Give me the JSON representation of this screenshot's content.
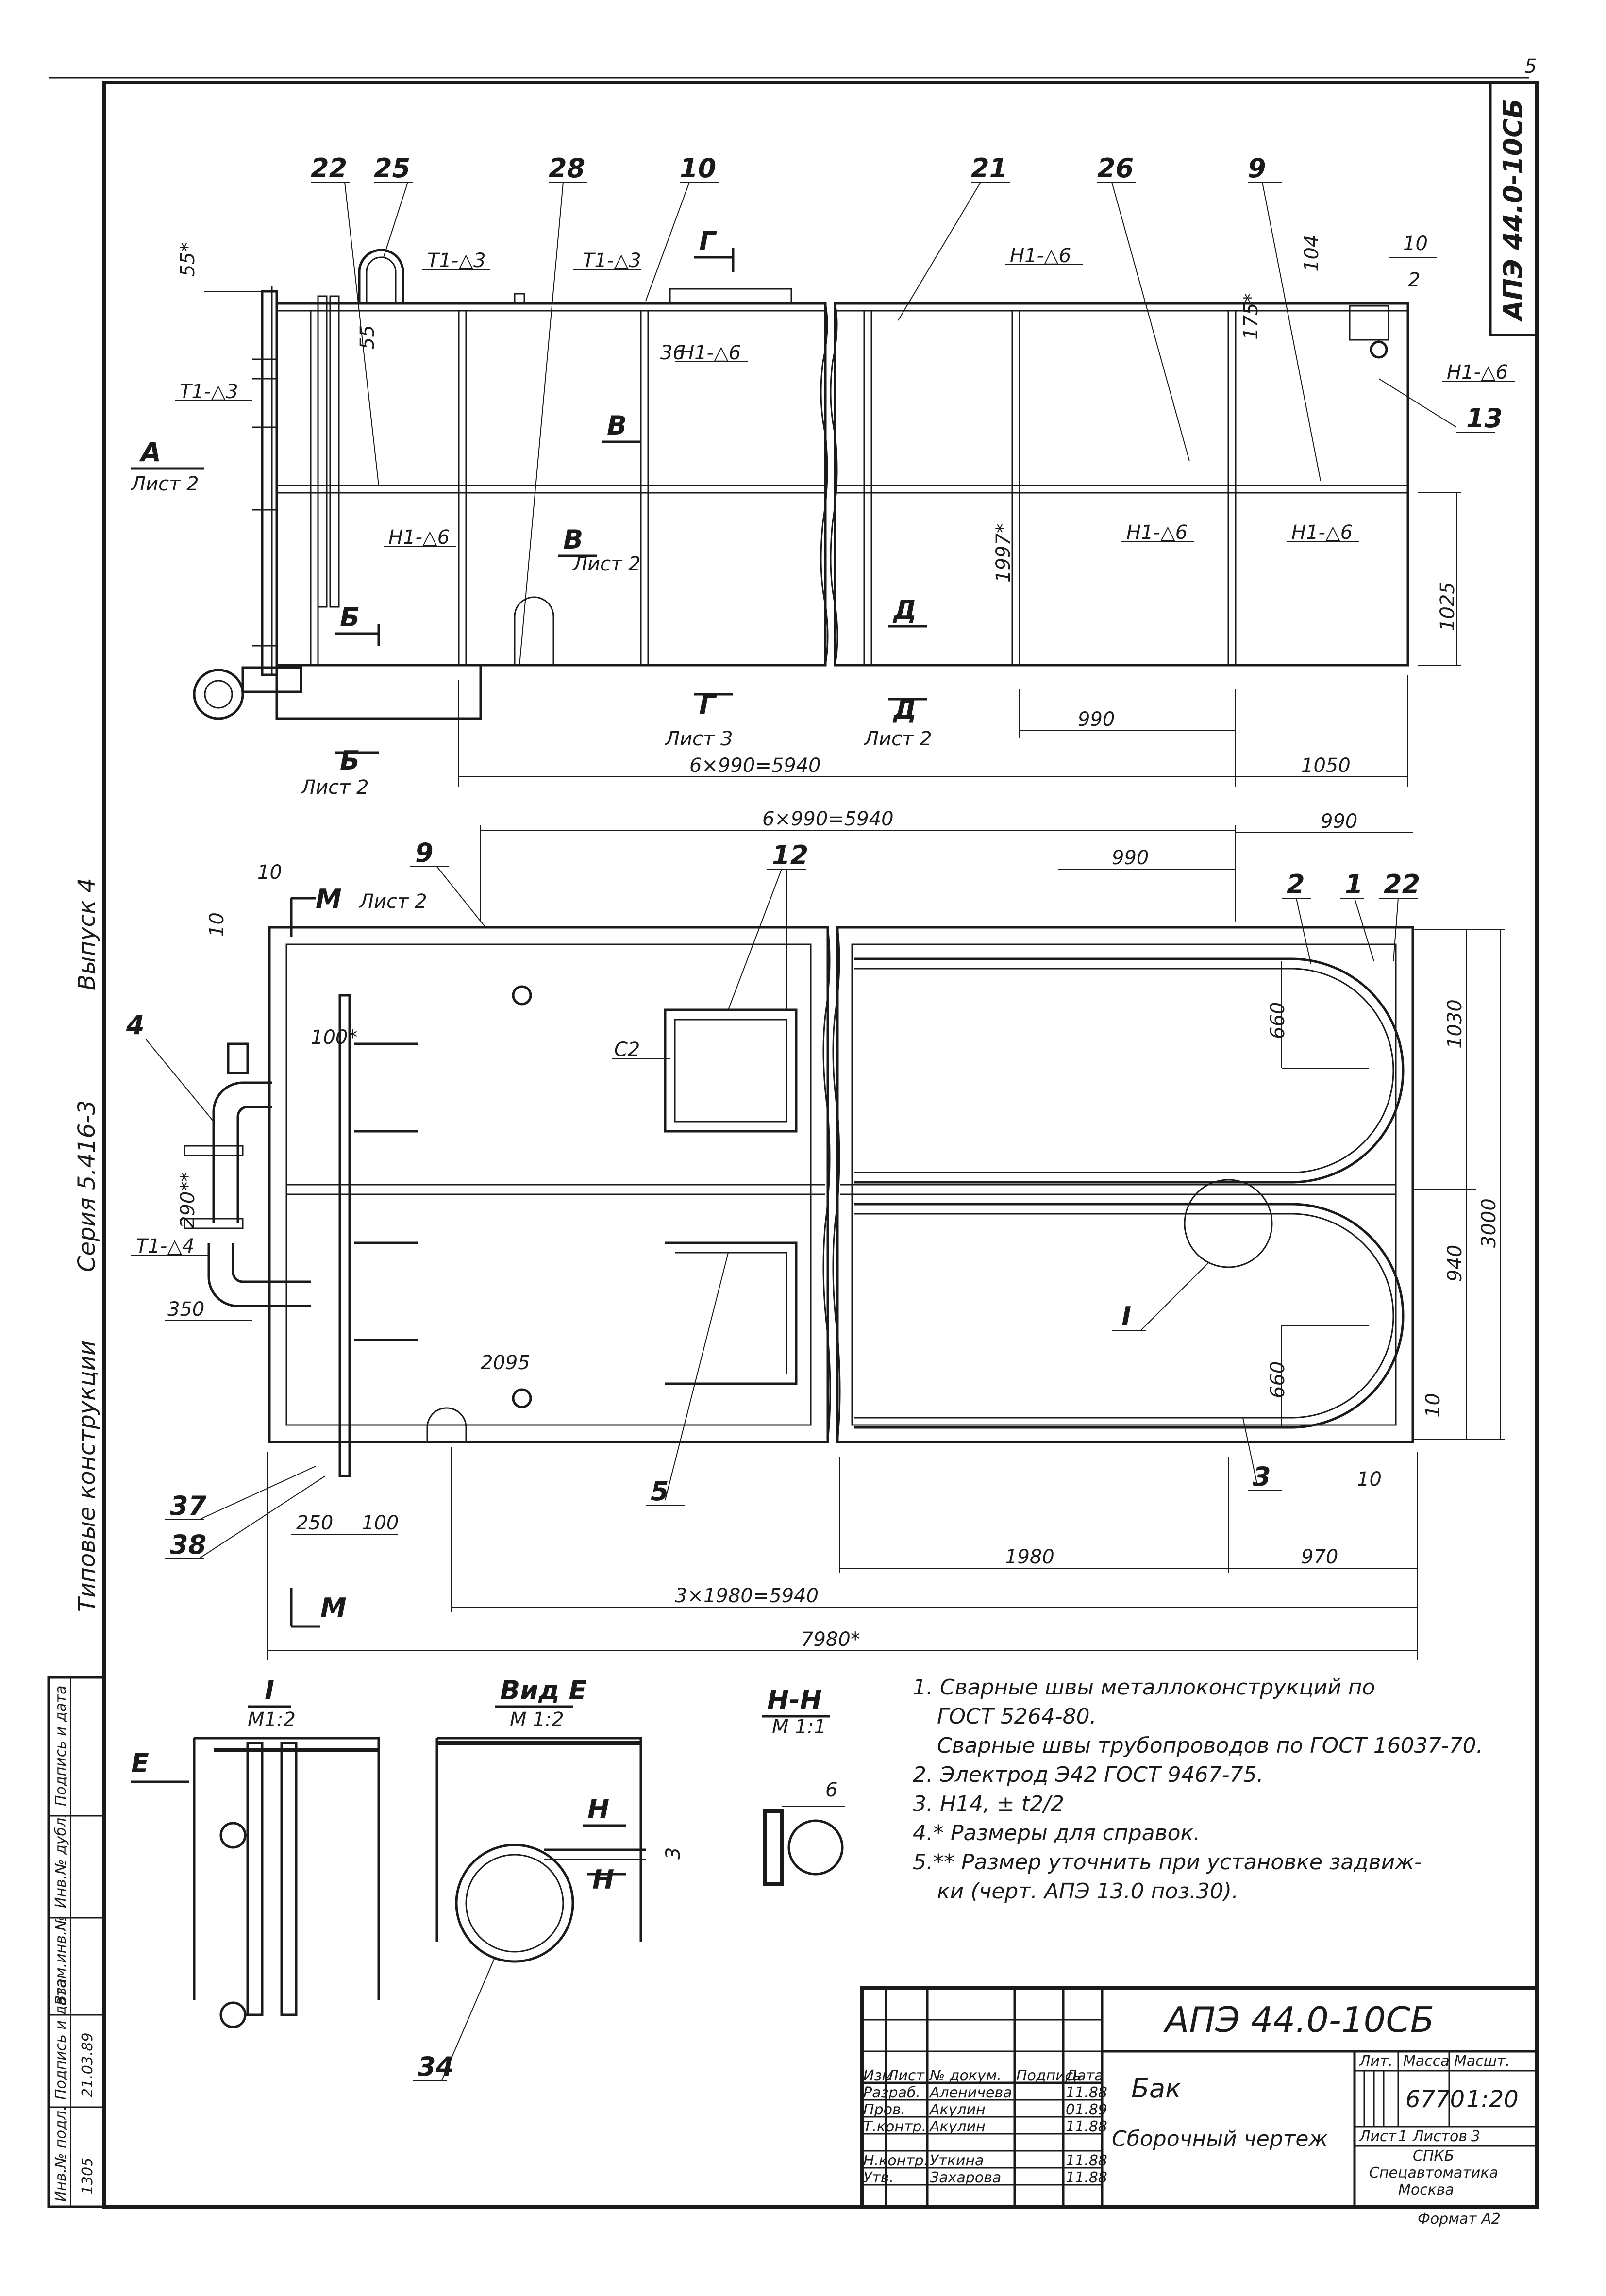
{
  "sheet": {
    "number": "5",
    "code_vertical": "АПЭ 44.0-10СБ"
  },
  "side_label": {
    "series_left": "Типовые конструкции",
    "series_mid": "Серия 5.416-3",
    "series_right": "Выпуск 4"
  },
  "left_stamp": {
    "cols": [
      "Инв.№ подл.",
      "Подпись и дата",
      "Взам.инв.№",
      "Инв.№ дубл.",
      "Подпись и дата"
    ],
    "values": [
      "1305",
      "21.03.89",
      "",
      "",
      ""
    ]
  },
  "top_view": {
    "positions": [
      "22",
      "25",
      "28",
      "10",
      "21",
      "26",
      "9",
      "13"
    ],
    "weld_marks": [
      "Т1-△3",
      "Т1-△3",
      "Т1-△3",
      "Н1-△6",
      "Н1-△6",
      "Н1-△6",
      "Н1-△6",
      "Н1-△6",
      "Н1-△6"
    ],
    "section_marks": [
      "Г",
      "В",
      "В",
      "Б",
      "Б",
      "Г",
      "Д",
      "Д"
    ],
    "sheet_refs": [
      "Лист 2",
      "Лист 2",
      "Лист 3",
      "Лист 2",
      "Лист 2"
    ],
    "view_a": "А",
    "dims": {
      "d55a": "55*",
      "d55b": "55",
      "d36": "36",
      "d104": "104",
      "d10": "10",
      "d175": "175*",
      "d1997": "1997*",
      "d1025": "1025",
      "d990": "990",
      "d6x990": "6×990=5940",
      "d1050": "1050",
      "d2": "2"
    }
  },
  "plan_view": {
    "positions": [
      "9",
      "12",
      "2",
      "1",
      "22",
      "4",
      "37",
      "38",
      "5",
      "3",
      "I"
    ],
    "section_m": "М",
    "sheet_ref": "Лист 2",
    "weld_c2": "С2",
    "weld_t1": "Т1-△4",
    "dims": {
      "d6x990": "6×990=5940",
      "d990a": "990",
      "d990b": "990",
      "d10a": "10",
      "d10b": "10",
      "d10c": "10",
      "d10d": "10",
      "d100s": "100*",
      "d290": "290**",
      "d350": "350",
      "d2095": "2095",
      "d660a": "660",
      "d660b": "660",
      "d1030": "1030",
      "d940": "940",
      "d3000": "3000",
      "d250": "250",
      "d100": "100",
      "d1980": "1980",
      "d970": "970",
      "d3x1980": "3×1980=5940",
      "d7980": "7980*"
    }
  },
  "detail_i": {
    "title": "I",
    "scale": "М1:2",
    "arrow": "Е"
  },
  "view_e": {
    "title": "Вид Е",
    "scale": "М 1:2",
    "section": "Н",
    "dim3": "3",
    "pos": "34"
  },
  "section_nn": {
    "title": "Н-Н",
    "scale": "М 1:1",
    "dim6": "6"
  },
  "notes": [
    "1. Сварные швы металлоконструкций по",
    "ГОСТ 5264-80.",
    "Сварные швы трубопроводов по ГОСТ 16037-70.",
    "2. Электрод Э42 ГОСТ 9467-75.",
    "3. Н14, ± t2/2",
    "4.* Размеры для справок.",
    "5.** Размер уточнить при установке задвиж-",
    "ки (черт. АПЭ 13.0 поз.30)."
  ],
  "title_block": {
    "designation": "АПЭ 44.0-10СБ",
    "name": "Бак",
    "doc_type": "Сборочный чертеж",
    "head_labels": [
      "Изм",
      "Лист",
      "№ докум.",
      "Подпись",
      "Дата"
    ],
    "rows": [
      {
        "role": "Разраб.",
        "name": "Аленичева",
        "date": "11.88"
      },
      {
        "role": "Пров.",
        "name": "Акулин",
        "date": "01.89"
      },
      {
        "role": "Т.контр.",
        "name": "Акулин",
        "date": "11.88"
      },
      {
        "role": "",
        "name": "",
        "date": ""
      },
      {
        "role": "Н.контр.",
        "name": "Уткина",
        "date": "11.88"
      },
      {
        "role": "Утв.",
        "name": "Захарова",
        "date": "11.88"
      }
    ],
    "lit_label": "Лит.",
    "mass_label": "Масса",
    "scale_label": "Масшт.",
    "mass": "6770",
    "scale": "1:20",
    "sheet_label": "Лист",
    "sheet_num": "1",
    "sheets_label": "Листов",
    "sheets_num": "3",
    "org_1": "СПКБ",
    "org_2": "Спецавтоматика",
    "org_3": "Москва",
    "format": "Формат А2"
  }
}
